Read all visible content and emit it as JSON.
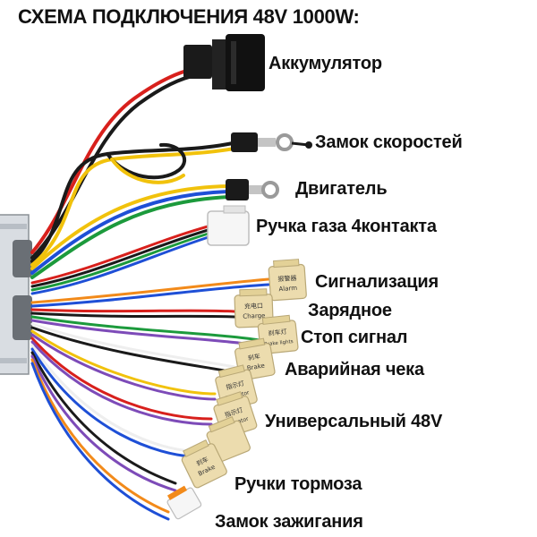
{
  "title": "СХЕМА ПОДКЛЮЧЕНИЯ 48V 1000W:",
  "labels": {
    "battery": "Аккумулятор",
    "speed_lock": "Замок скоростей",
    "motor": "Двигатель",
    "throttle": "Ручка газа 4контакта",
    "alarm": "Сигнализация",
    "charger": "Зарядное",
    "stop": "Стоп сигнал",
    "emergency": "Аварийная чека",
    "universal": "Универсальный 48V",
    "brakes": "Ручки тормоза",
    "ignition": "Замок зажигания"
  },
  "connector_tags": {
    "alarm_cn": "报警器",
    "alarm_en": "Alarm",
    "charge_cn": "充电口",
    "charge_en": "Charge",
    "brakelight_cn": "刹车灯",
    "brakelight_en": "Brake lights",
    "brake_cn": "刹车",
    "brake_en": "Brake",
    "indicator_cn": "指示灯",
    "indicator_en": "Indicator"
  },
  "colors": {
    "red": "#d8201c",
    "black": "#1a1a1a",
    "yellow": "#f1c20c",
    "blue": "#1e4fd6",
    "green": "#1c9a3c",
    "purple": "#7d4bb8",
    "orange": "#f28a1a",
    "white": "#eeeeee",
    "connector": "#ecdcae"
  }
}
